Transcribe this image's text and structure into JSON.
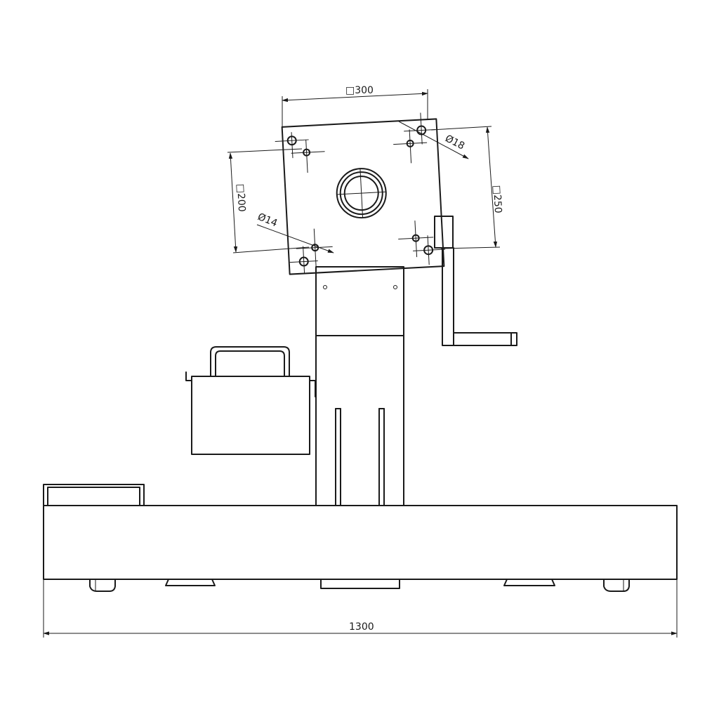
{
  "drawing": {
    "colors": {
      "line": "#1a1a1a",
      "background": "#ffffff"
    },
    "dimensions": {
      "overall_width": "1300",
      "plate_width": "□300",
      "plate_height": "□250",
      "inner_pattern": "□200",
      "large_hole": "Ø18",
      "small_hole": "Ø14"
    }
  }
}
